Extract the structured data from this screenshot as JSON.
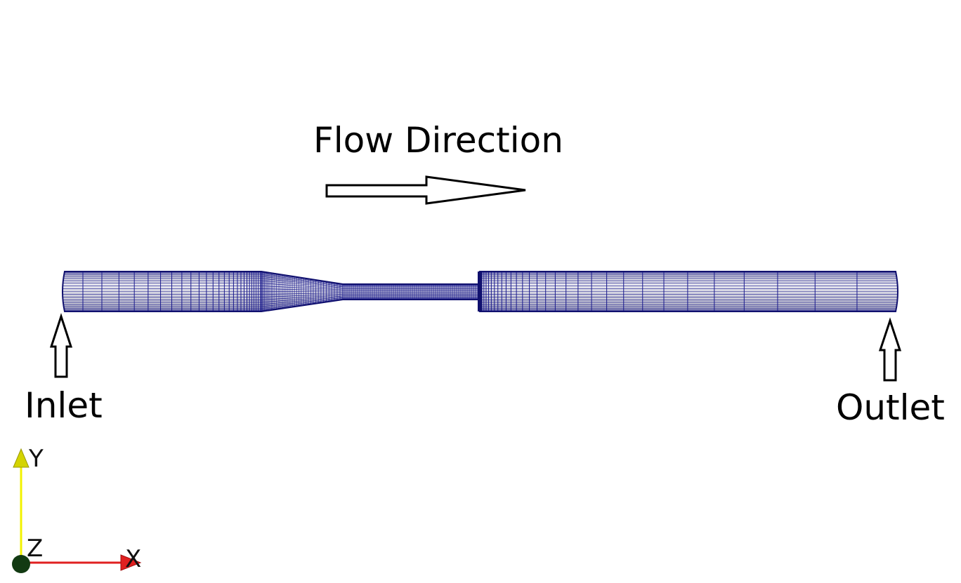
{
  "labels": {
    "flow_direction": "Flow Direction",
    "inlet": "Inlet",
    "outlet": "Outlet"
  },
  "axes": {
    "x": "X",
    "y": "Y",
    "z": "Z"
  },
  "colors": {
    "mesh_line": "#1a1a8c",
    "mesh_fill": "#cfcfdc",
    "x_axis": "#e02020",
    "y_axis": "#e8e800",
    "origin": "#123a12"
  },
  "icons": [
    "flow-arrow-icon",
    "inlet-arrow-icon",
    "outlet-arrow-icon",
    "axes-triad-icon"
  ]
}
